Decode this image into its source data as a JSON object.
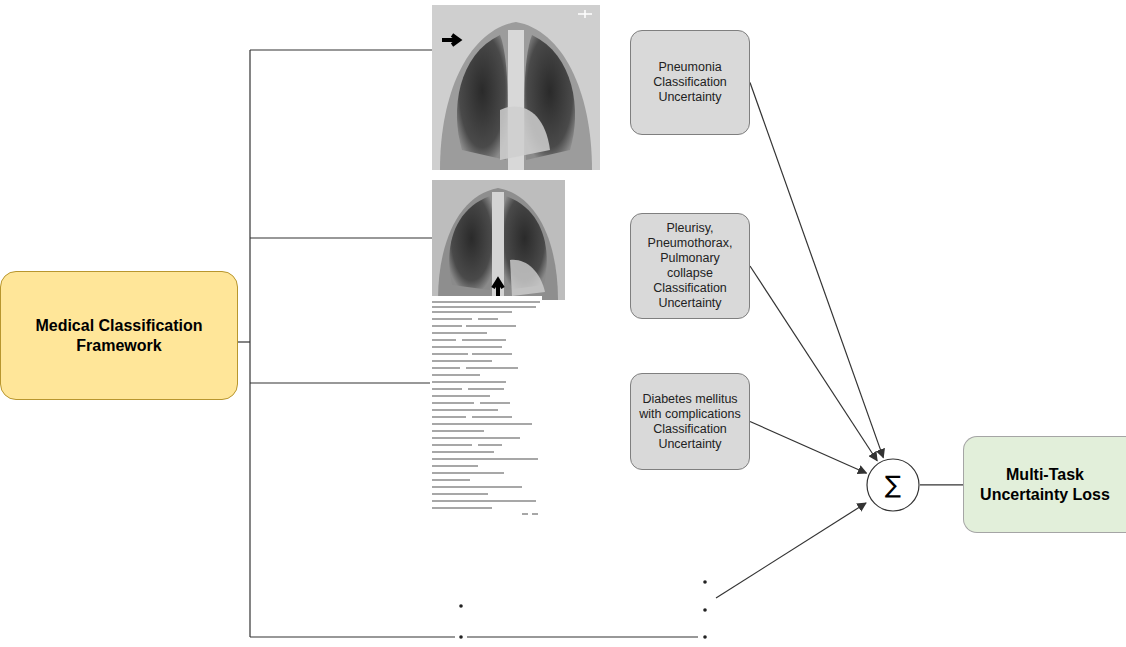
{
  "diagram": {
    "nodes": [
      {
        "text": [
          "Medical Classification Framework"
        ]
      },
      {
        "text": [
          "Pneumonia Classification Uncertainty"
        ]
      },
      {
        "text": [
          "Pleurisy, Pneumothorax, Pulmonary collapse Classification Uncertainty"
        ]
      },
      {
        "text": [
          "Diabetes mellitus with complications Classification Uncertainty"
        ]
      },
      {
        "text": [
          "∑"
        ]
      },
      {
        "text": [
          "Multi-Task Uncertainty Loss"
        ]
      }
    ],
    "edges": [
      {
        "from": 1,
        "to": 4,
        "arrow": "to"
      },
      {
        "from": 2,
        "to": 4,
        "arrow": "to"
      },
      {
        "from": 3,
        "to": 4,
        "arrow": "to"
      },
      {
        "from": 4,
        "to": 5,
        "arrow": "none"
      }
    ]
  }
}
